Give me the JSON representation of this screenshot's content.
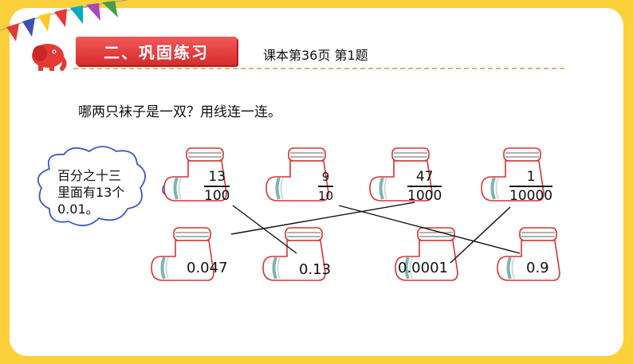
{
  "header": {
    "section_title": "二、巩固练习",
    "textbook_ref": "课本第36页 第1题"
  },
  "question": {
    "instruction": "哪两只袜子是一双？用线连一连。",
    "hint_lines": [
      "百分之十三",
      "里面有13个",
      "0.01。"
    ]
  },
  "top_socks": [
    {
      "numerator": "13",
      "denominator": "100"
    },
    {
      "numerator": "9",
      "denominator": "10"
    },
    {
      "numerator": "47",
      "denominator": "1000"
    },
    {
      "numerator": "1",
      "denominator": "10000"
    }
  ],
  "bottom_socks": [
    "0.047",
    "0.13",
    "0.0001",
    "0.9"
  ],
  "colors": {
    "background": "#fbd03a",
    "sock_outline": "#d93434",
    "title_red": "#e53935"
  },
  "icons": [
    "elephant-logo-icon",
    "bunting-flags-icon"
  ]
}
